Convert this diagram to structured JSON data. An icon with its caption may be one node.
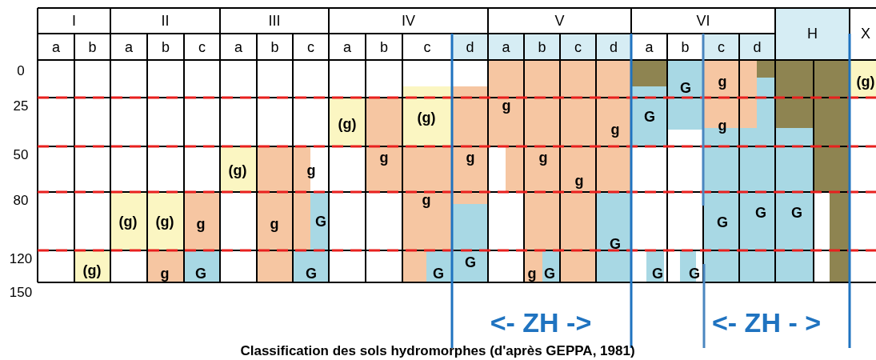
{
  "diagram": {
    "caption": "Classification des sols hydromorphes (d'après GEPPA, 1981)",
    "labels": [
      "I",
      "II",
      "III",
      "IV",
      "V",
      "VI",
      "H",
      "X",
      "a",
      "b",
      "a",
      "b",
      "c",
      "a",
      "b",
      "c",
      "a",
      "b",
      "c",
      "d",
      "a",
      "b",
      "c",
      "d",
      "a",
      "b",
      "c",
      "d",
      "0",
      "25",
      "50",
      "80",
      "120",
      "150",
      "G",
      "g",
      "(g)",
      "(g)",
      "(g)",
      "g",
      "g",
      "G",
      "g",
      "(g)",
      "g",
      "g",
      "g",
      "g",
      "g",
      "(g)",
      "(g)",
      "g",
      "g",
      "G",
      "g",
      "G",
      "G",
      "G",
      "G",
      "(g)",
      "g",
      "G",
      "G",
      "G",
      "G",
      "g",
      "G",
      "G",
      "G",
      "<- ZH ->",
      "<- ZH - >"
    ]
  }
}
